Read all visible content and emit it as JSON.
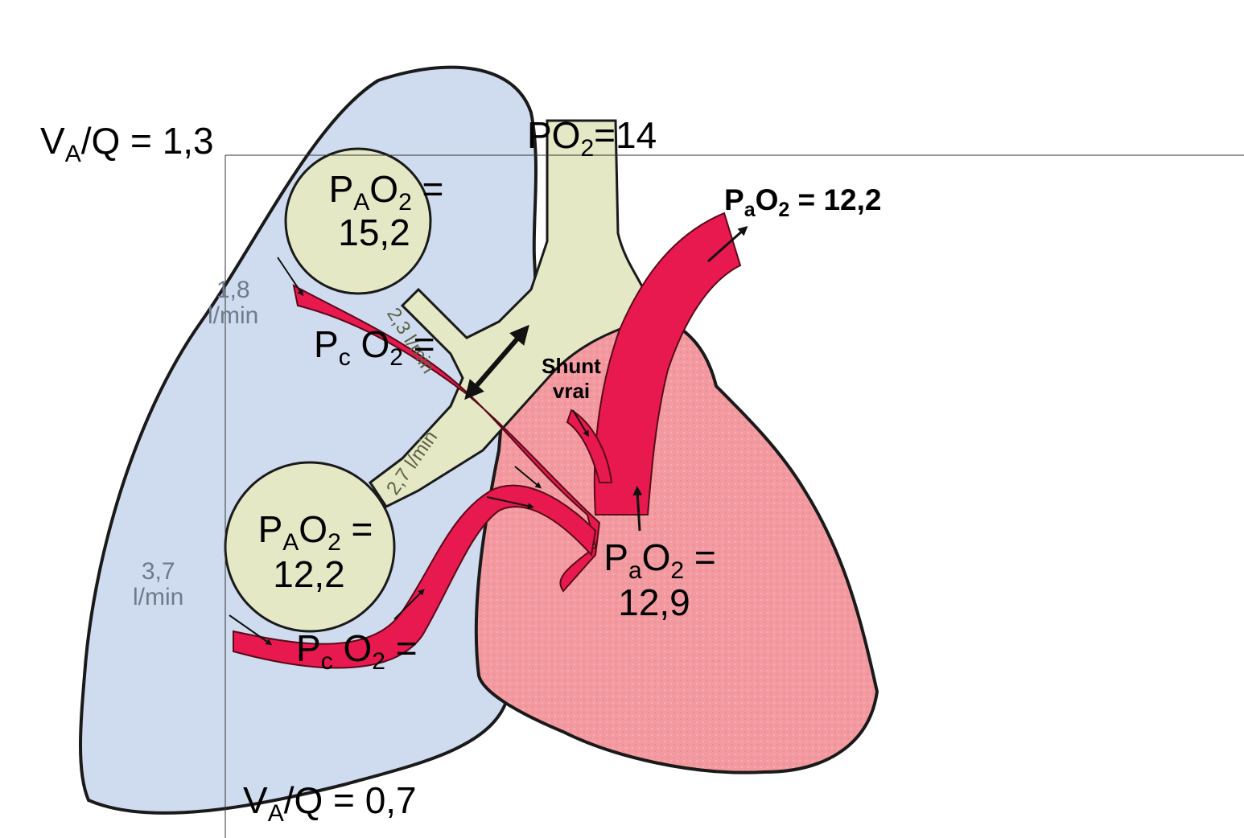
{
  "colors": {
    "lung": "#cfdcf0",
    "outline": "#1a1a1a",
    "airway": "#e4e8c4",
    "heart": "#f29aa0",
    "vessel": "#e8194f",
    "background": "#ffffff"
  },
  "labels": {
    "va_q_top": {
      "main": "V",
      "sub": "A",
      "rest": "/Q = 1,3"
    },
    "va_q_bottom": {
      "main": "V",
      "sub": "A",
      "rest": "/Q = 0,7"
    },
    "po2_inspired": {
      "p": "PO",
      "sub": "2",
      "rest": "=14"
    },
    "pao2_arterial_out": {
      "p": "P",
      "sub1": "a",
      "o": "O",
      "sub2": "2",
      "rest": " = 12,2"
    },
    "alveolus_top": {
      "p": "P",
      "sub1": "A",
      "o": "O",
      "sub2": "2",
      "eq": " =",
      "value": "15,2"
    },
    "alveolus_bottom": {
      "p": "P",
      "sub1": "A",
      "o": "O",
      "sub2": "2",
      "eq": " =",
      "value": "12,2"
    },
    "pco2_top": {
      "p": "P",
      "sub1": "c",
      "o": " O",
      "sub2": "2",
      "eq": " ="
    },
    "pco2_bottom": {
      "p": "P",
      "sub1": "c",
      "o": " O",
      "sub2": "2",
      "eq": " ="
    },
    "pao2_mixed": {
      "p": "P",
      "sub1": "a",
      "o": "O",
      "sub2": "2",
      "eq": " =",
      "value": "12,9"
    },
    "shunt": {
      "line1": "Shunt",
      "line2": "vrai"
    }
  },
  "flows": {
    "perfusion_top": {
      "value": "1,8",
      "unit": "l/min"
    },
    "perfusion_bottom": {
      "value": "3,7",
      "unit": "l/min"
    },
    "ventilation_top": "2,3 l/min",
    "ventilation_bottom": "2,7 l/min"
  }
}
